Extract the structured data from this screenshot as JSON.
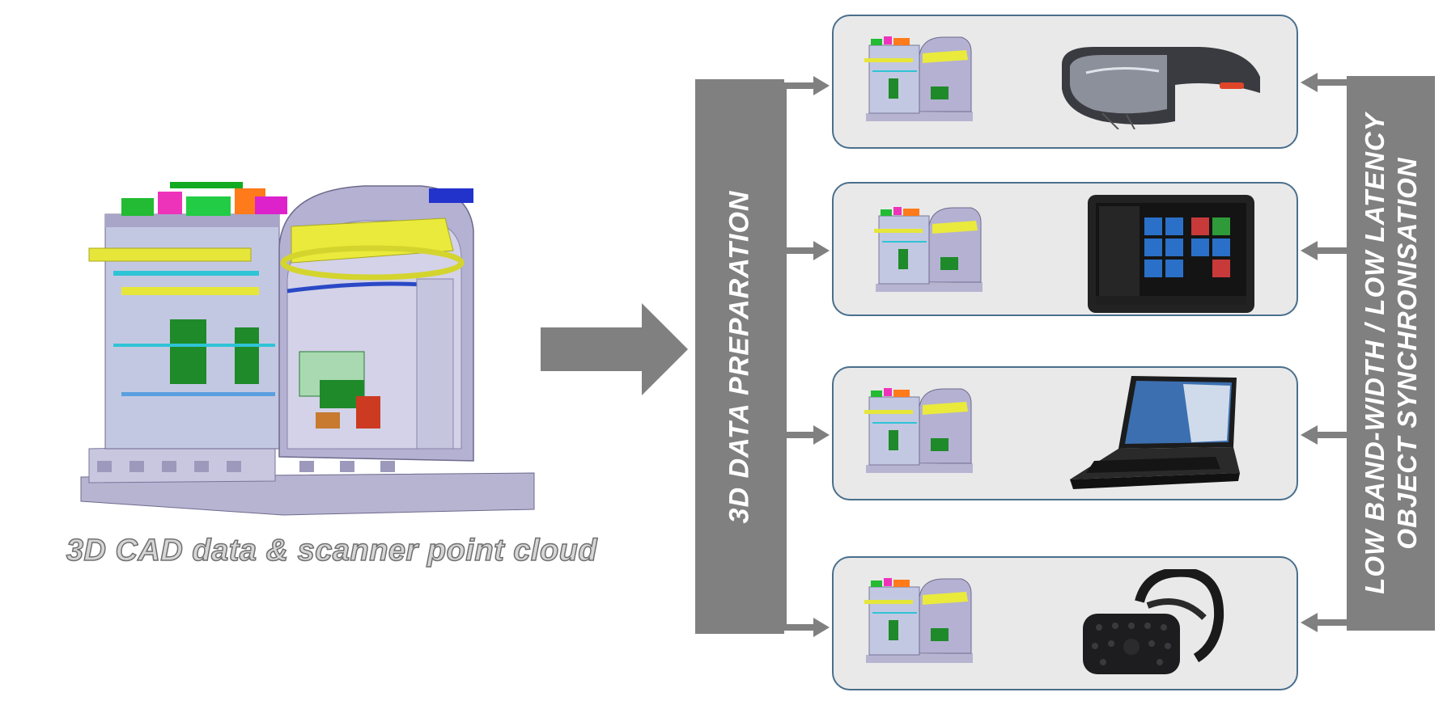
{
  "left": {
    "caption": "3D CAD data & scanner point cloud",
    "model_icon": "plant-cutaway-icon"
  },
  "center": {
    "arrow_icon": "right-arrow-icon",
    "preparation_label": "3D DATA PREPARATION"
  },
  "right": {
    "sync_label_line1": "LOW BAND-WIDTH /  LOW LATENCY",
    "sync_label_line2": "OBJECT SYNCHRONISATION"
  },
  "panels": [
    {
      "device_icon": "mixed-reality-headset-icon"
    },
    {
      "device_icon": "tablet-icon"
    },
    {
      "device_icon": "laptop-icon"
    },
    {
      "device_icon": "vr-headset-icon"
    }
  ],
  "colors": {
    "bar_gray": "#808080",
    "panel_fill": "#e9e9e9",
    "panel_border": "#4a6f8c"
  }
}
